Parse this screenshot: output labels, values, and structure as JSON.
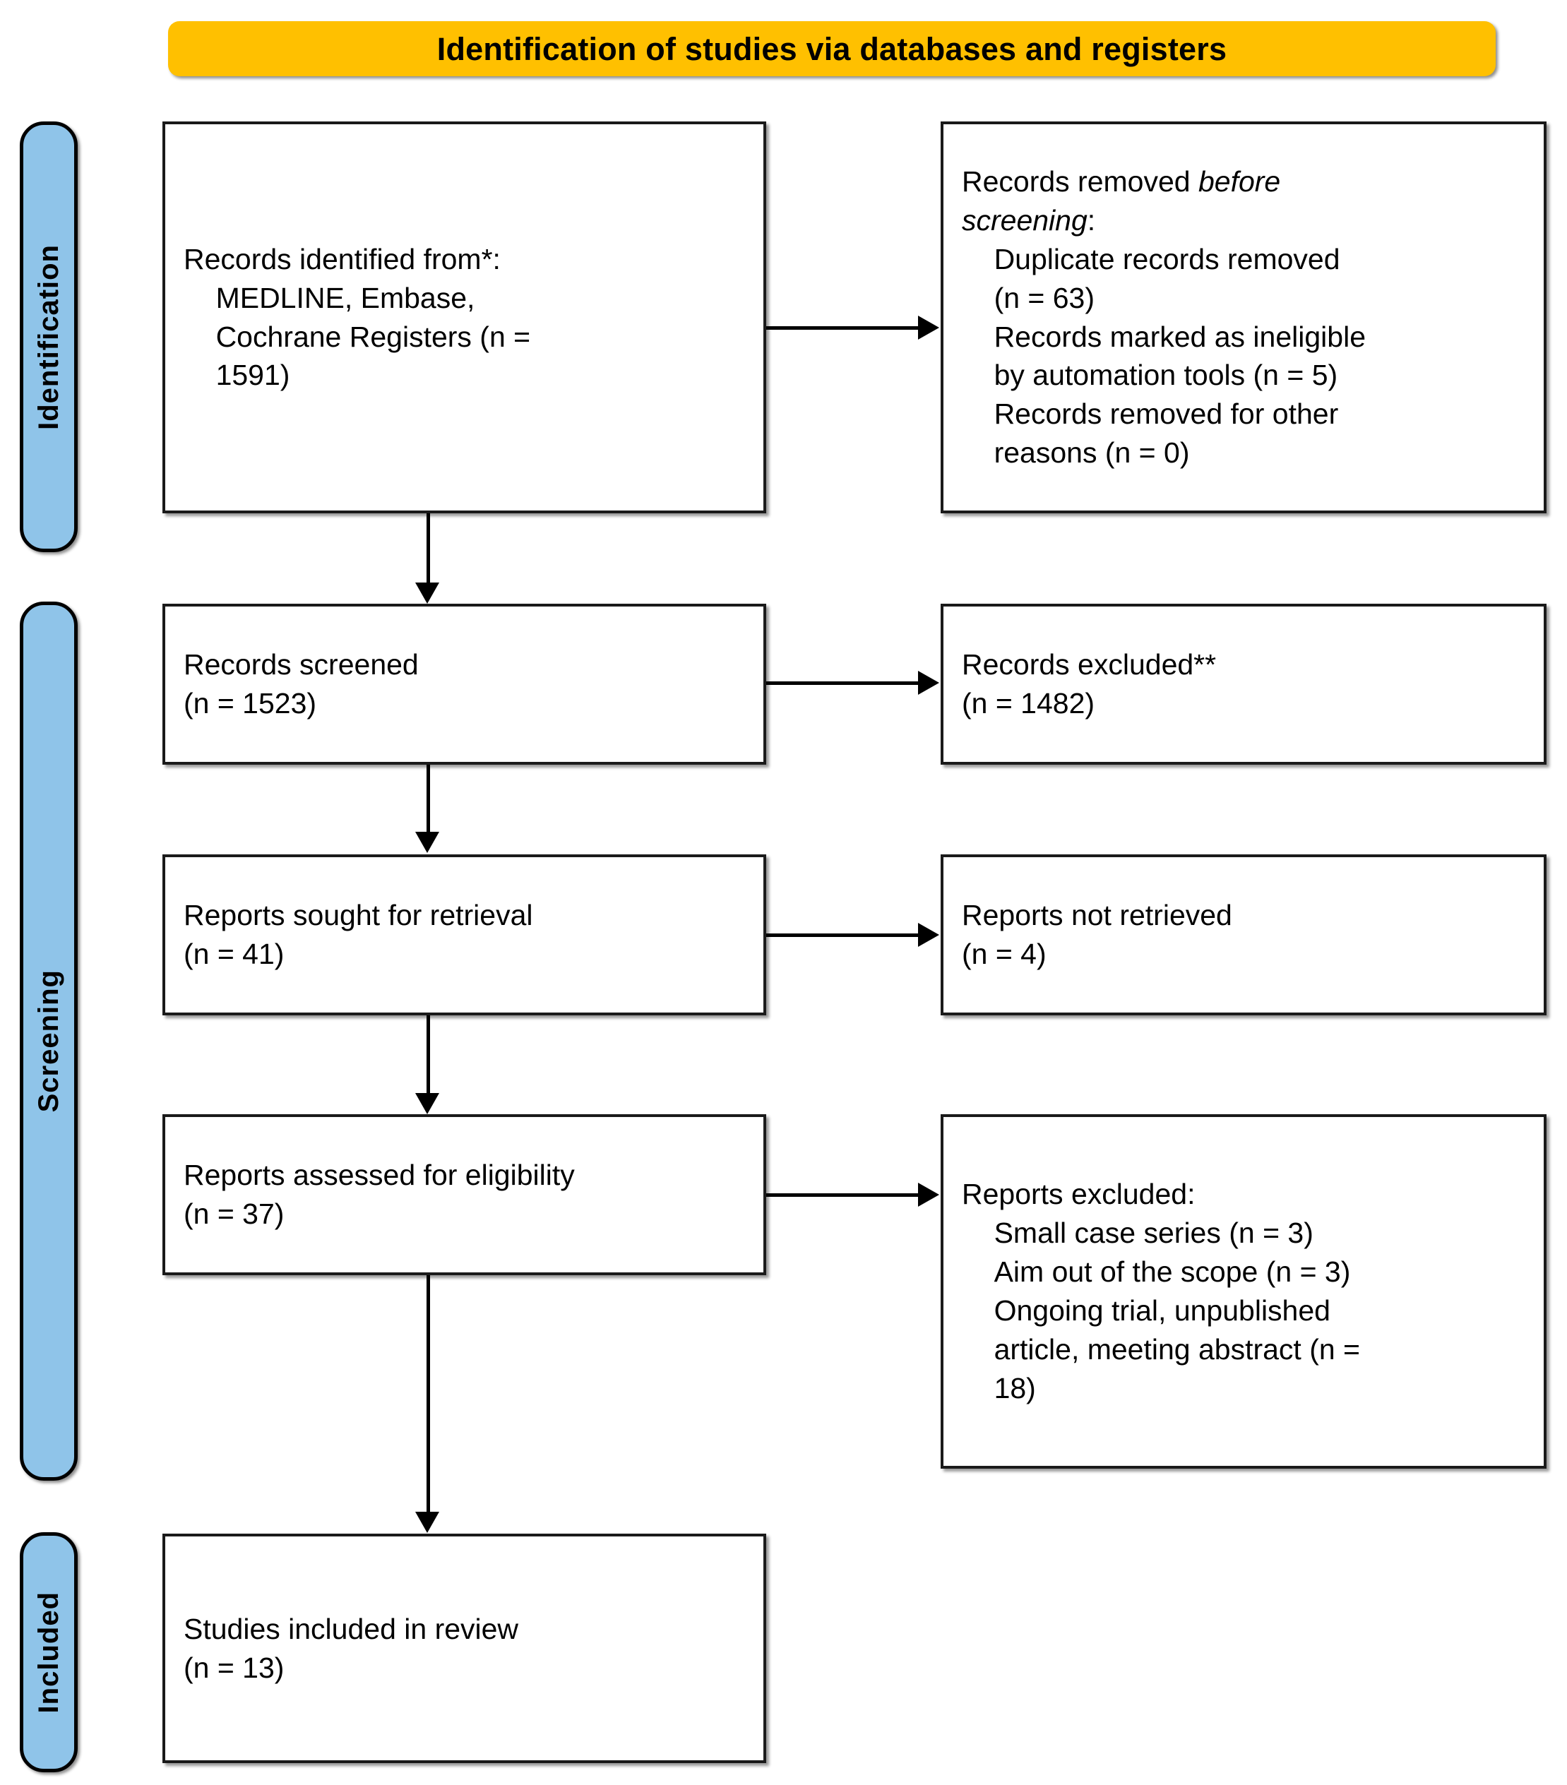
{
  "banner": {
    "title": "Identification of studies via databases and registers"
  },
  "rails": [
    {
      "id": "identification",
      "label": "Identification"
    },
    {
      "id": "screening",
      "label": "Screening"
    },
    {
      "id": "included",
      "label": "Included"
    }
  ],
  "boxes": {
    "identified": {
      "line1": "Records identified from*:",
      "line2": "    MEDLINE, Embase,",
      "line3": "    Cochrane Registers (n =",
      "line4": "    1591)"
    },
    "removed": {
      "lead_plain": "Records removed ",
      "lead_italic": "before",
      "lead_italic2": "screening",
      "lead_colon": ":",
      "line3": "    Duplicate records removed",
      "line4": "    (n = 63)",
      "line5": "    Records marked as ineligible",
      "line6": "    by automation tools (n = 5)",
      "line7": "    Records removed for other",
      "line8": "    reasons (n = 0)"
    },
    "screened": {
      "line1": "Records screened",
      "line2": "(n = 1523)"
    },
    "excluded_records": {
      "line1": "Records excluded**",
      "line2": "(n = 1482)"
    },
    "sought": {
      "line1": "Reports sought for retrieval",
      "line2": "(n = 41)"
    },
    "not_retrieved": {
      "line1": "Reports not retrieved",
      "line2": "(n = 4)"
    },
    "assessed": {
      "line1": "Reports assessed for eligibility",
      "line2": "(n = 37)"
    },
    "excluded_reports": {
      "line1": "Reports excluded:",
      "line2": "    Small case series (n = 3)",
      "line3": "    Aim out of the scope (n = 3)",
      "line4": "    Ongoing trial, unpublished",
      "line5": "    article, meeting abstract (n =",
      "line6": "    18)"
    },
    "included": {
      "line1": "Studies included in review",
      "line2": "(n = 13)"
    }
  },
  "colors": {
    "banner_fill": "#FFC000",
    "rail_fill": "#8FC4E9",
    "box_border": "#1A1A1A",
    "box_fill": "#FFFFFF",
    "text": "#000000"
  },
  "chart_data": {
    "type": "diagram",
    "title": "Identification of studies via databases and registers",
    "diagram_kind": "PRISMA 2020 flow diagram",
    "stages": [
      "Identification",
      "Screening",
      "Included"
    ],
    "nodes": [
      {
        "id": "identified",
        "stage": "Identification",
        "label": "Records identified from*: MEDLINE, Embase, Cochrane Registers",
        "n": 1591
      },
      {
        "id": "removed",
        "stage": "Identification",
        "label": "Records removed before screening",
        "children": [
          {
            "label": "Duplicate records removed",
            "n": 63
          },
          {
            "label": "Records marked as ineligible by automation tools",
            "n": 5
          },
          {
            "label": "Records removed for other reasons",
            "n": 0
          }
        ]
      },
      {
        "id": "screened",
        "stage": "Screening",
        "label": "Records screened",
        "n": 1523
      },
      {
        "id": "excluded_records",
        "stage": "Screening",
        "label": "Records excluded**",
        "n": 1482
      },
      {
        "id": "sought",
        "stage": "Screening",
        "label": "Reports sought for retrieval",
        "n": 41
      },
      {
        "id": "not_retrieved",
        "stage": "Screening",
        "label": "Reports not retrieved",
        "n": 4
      },
      {
        "id": "assessed",
        "stage": "Screening",
        "label": "Reports assessed for eligibility",
        "n": 37
      },
      {
        "id": "excluded_reports",
        "stage": "Screening",
        "label": "Reports excluded",
        "children": [
          {
            "label": "Small case series",
            "n": 3
          },
          {
            "label": "Aim out of the scope",
            "n": 3
          },
          {
            "label": "Ongoing trial, unpublished article, meeting abstract",
            "n": 18
          }
        ]
      },
      {
        "id": "included",
        "stage": "Included",
        "label": "Studies included in review",
        "n": 13
      }
    ],
    "edges": [
      {
        "from": "identified",
        "to": "removed",
        "direction": "right"
      },
      {
        "from": "identified",
        "to": "screened",
        "direction": "down"
      },
      {
        "from": "screened",
        "to": "excluded_records",
        "direction": "right"
      },
      {
        "from": "screened",
        "to": "sought",
        "direction": "down"
      },
      {
        "from": "sought",
        "to": "not_retrieved",
        "direction": "right"
      },
      {
        "from": "sought",
        "to": "assessed",
        "direction": "down"
      },
      {
        "from": "assessed",
        "to": "excluded_reports",
        "direction": "right"
      },
      {
        "from": "assessed",
        "to": "included",
        "direction": "down"
      }
    ]
  }
}
